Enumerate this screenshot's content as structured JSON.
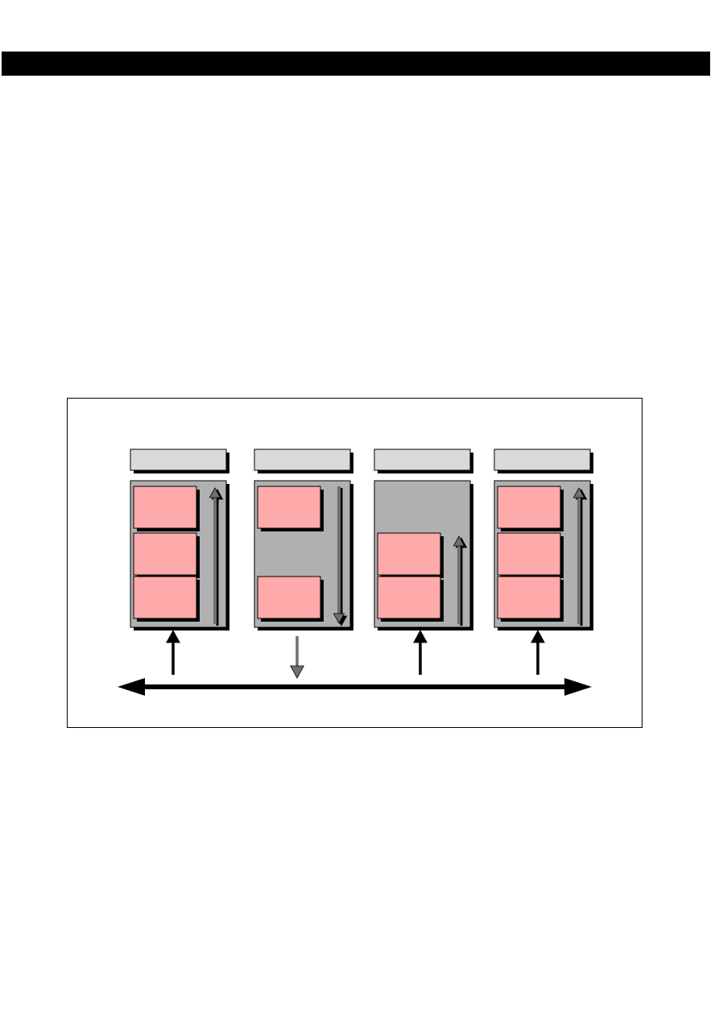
{
  "header": {
    "background": "#000000"
  },
  "diagram": {
    "colors": {
      "label_box": "#d9d9d9",
      "column_box": "#b0b0b0",
      "block": "#ffaaaa",
      "shadow": "#000000",
      "arrow_black": "#000000",
      "arrow_gray": "#707070"
    },
    "columns": [
      {
        "blocks": 3,
        "column_arrow": "up",
        "connector": "up"
      },
      {
        "blocks": 2,
        "column_arrow": "down",
        "connector": "down"
      },
      {
        "blocks": 2,
        "column_arrow": "up",
        "connector": "up"
      },
      {
        "blocks": 3,
        "column_arrow": "up",
        "connector": "up"
      }
    ],
    "bus": {
      "direction": "both"
    }
  }
}
